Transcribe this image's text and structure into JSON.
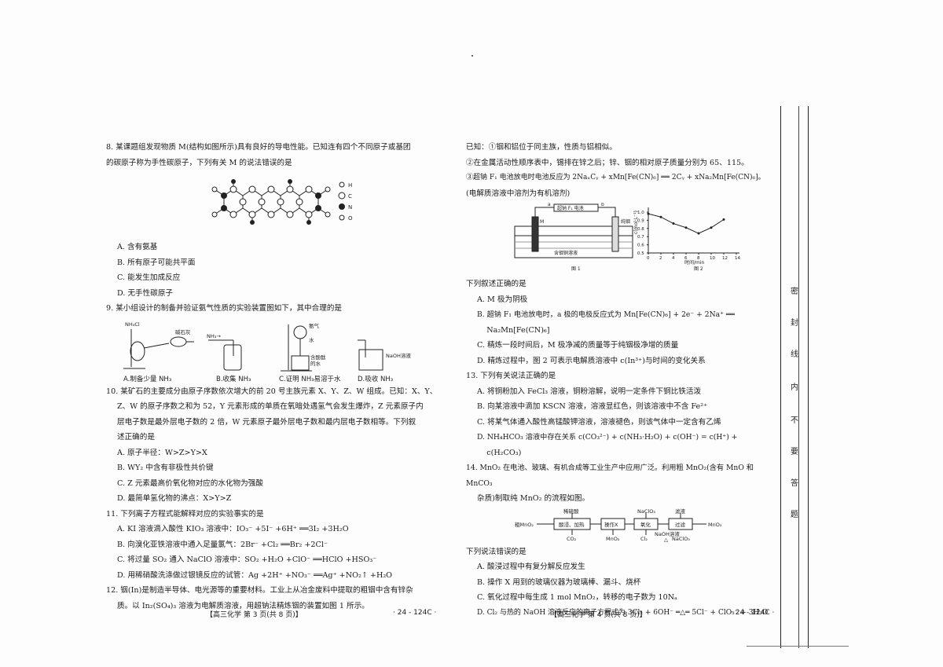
{
  "left": {
    "q8": {
      "stem1": "8. 某课题组发现物质 M(结构如图所示)具有良好的导电性能。已知连有四个不同原子或基团",
      "stem2": "的碳原子称为手性碳原子，下列有关 M 的说法错误的是",
      "legend": [
        "H",
        "C",
        "N",
        "O"
      ],
      "options": [
        "A. 含有氨基",
        "B. 所有原子可能共平面",
        "C. 能发生加成反应",
        "D. 无手性碳原子"
      ]
    },
    "q9": {
      "stem": "9. 某小组设计的制备并验证氨气性质的实验装置图如下，其中合理的是",
      "labels": {
        "nh4cl": "NH₄Cl",
        "soda_lime": "碱石灰",
        "nh3": "NH₃→",
        "ammonia_gas": "氨气",
        "water": "水",
        "phenolphthalein": "含酚酞",
        "water2": "的水",
        "naoh": "NaOH溶液"
      },
      "options": [
        "A.制备少量 NH₃",
        "B.收集 NH₃",
        "C.证明 NH₃易溶于水",
        "D.吸收 NH₃"
      ]
    },
    "q10": {
      "stem1": "10. 某矿石的主要成分由原子序数依次增大的前 20 号主族元素 X、Y、Z、W 组成。已知：X、Y、",
      "stem2": "Z、W 的原子序数之和为 52，Y 元素形成的单质在氧暗处遇氢气会发生爆炸，Z 元素原子内",
      "stem3": "层电子数是最外层电子数的 2 倍，W 元素原子最外层电子数和最内层电子数相等。下列叙",
      "stem4": "述正确的是",
      "options": [
        "A. 原子半径：W>Z>Y>X",
        "B. WY₂ 中含有非极性共价键",
        "C. Z 元素最高价氧化物对应的水化物为强酸",
        "D. 最简单氢化物的沸点：X>Y>Z"
      ]
    },
    "q11": {
      "stem": "11. 下列离子方程式能解释对应的实验事实的是",
      "options": [
        "A. KI 溶液滴入酸性 KIO₃ 溶液中：IO₃⁻ +5I⁻ +6H⁺ ══3I₂ +3H₂O",
        "B. 向溴化亚铁溶液中通入足量氯气：2Br⁻ +Cl₂ ══Br₂ +2Cl⁻",
        "C. 将过量 SO₂ 通入 NaClO 溶液中：SO₂ +H₂O +ClO⁻ ══HClO +HSO₃⁻",
        "D. 用稀硝酸洗涤做过银镜反应的试管：Ag +2H⁺ +NO₃⁻ ══Ag⁺ +NO₂↑ +H₂O"
      ]
    },
    "q12": {
      "stem1": "12. 铟(In)是制造半导体、电光源等的重要材料。工业上从冶金废料中提取的粗铟中含有锌杂",
      "stem2": "质。以 In₂(SO₄)₃ 溶液为电解质溶液，用超钠法精炼铟的装置如图 1 所示。"
    },
    "footer": {
      "page": "【高三化学  第 3 页(共 8 页)】",
      "code": "· 24 - 124C ·"
    }
  },
  "right": {
    "known1": "已知：①铟和铝位于同主族，性质与铝相似。",
    "known2": "②在金属活动性顺序表中，锡排在锌之后；锌、铟的相对原子质量分别为 65、115。",
    "known3": "③超钠 F₁ 电池放电时电池反应为 2NaₓCᵧ + xMn[Fe(CN)₆] ══ 2Cᵧ + xNa₂Mn[Fe(CN)₆]。",
    "known4": "(电解质溶液中溶剂为有机溶剂)",
    "fig1": {
      "battery": "超钠 F₁ 电池",
      "a": "a",
      "b": "b",
      "m": "M",
      "n": "纯铟",
      "solution": "含铟铜溶液",
      "caption": "图 1"
    },
    "fig2": {
      "ylabel": "c(mol·L⁻¹)",
      "xlabel": "时间/min",
      "caption": "图 2",
      "yticks": [
        "1.0",
        "0.9",
        "0.8",
        "0.7",
        "0.6",
        "0.5"
      ],
      "xticks": [
        "0",
        "2",
        "4",
        "6",
        "8",
        "10",
        "12",
        "14"
      ]
    },
    "chart_data": {
      "type": "line",
      "x": [
        0,
        2,
        4,
        6,
        8,
        10,
        12
      ],
      "y": [
        0.98,
        0.94,
        0.86,
        0.81,
        0.74,
        0.81,
        0.91
      ],
      "xlabel": "时间/min",
      "ylabel": "c(mol·L⁻¹)",
      "xlim": [
        0,
        14
      ],
      "ylim": [
        0.5,
        1.0
      ]
    },
    "q12_cont": {
      "stem": "下列叙述正确的是",
      "options": [
        "A. M 极为阴极",
        "B. 超钠 F₁ 电池放电时，a 极的电极反应式为 Mn[Fe(CN)₆] + 2e⁻ + 2Na⁺ ══",
        "    Na₂Mn[Fe(CN)₆]",
        "C. 精炼一段时间后，M 极净减的质量等于纯铟极净增的质量",
        "D. 精炼过程中，图 2 可表示电解质溶液中 c(In³⁺)与时间的变化关系"
      ]
    },
    "q13": {
      "stem": "13. 下列有关说法正确的是",
      "options": [
        "A. 将铜粉加入 FeCl₃ 溶液，铜粉溶解，说明一定条件下铜比铁活泼",
        "B. 向某溶液中滴加 KSCN 溶液，溶液显红色，则该溶液中不含 Fe²⁺",
        "C. 将某气体通入酸性高锰酸钾溶液，溶液褪色，则该气体中一定含有乙烯",
        "D. NH₄HCO₃ 溶液中存在关系 c(CO₃²⁻) + c(NH₃·H₂O) + c(OH⁻) = c(H⁺) +",
        "    c(H₂CO₃)"
      ]
    },
    "q14": {
      "stem1": "14. MnO₂ 在电池、玻璃、有机合成等工业生产中应用广泛。利用粗 MnO₂(含有 MnO 和 MnCO₃",
      "stem2": "杂质)制取纯 MnO₂ 的流程如图。",
      "flow": {
        "start": "粗MnO₂",
        "step1": "酸浸、加热",
        "step2": "操作X",
        "step3": "氧化",
        "step4": "过滤",
        "end": "MnO₂",
        "reagent1": "稀硫酸",
        "reagent3": "NaClO₃",
        "reagent4": "滤液",
        "out1": "CO₂",
        "out2": "MnO₂",
        "out3": "Cl₂",
        "out3b": "NaOH溶液",
        "out3c": "NaClO₃",
        "delta": "△"
      },
      "stem3": "下列说法错误的是",
      "options": [
        "A. 酸浸过程中有复分解反应发生",
        "B. 操作 X 用到的玻璃仪器为玻璃棒、漏斗、烧杯",
        "C. 氧化过程中每生成 1 mol MnO₂，转移的电子数为 10Nₐ",
        "D. Cl₂ 与热的 NaOH 溶液反应的离子方程式为 3Cl₂ + 6OH⁻ ═△═ 5Cl⁻ + ClO₃⁻ + 3H₂O"
      ]
    },
    "footer": {
      "page": "【高三化学  第 4 页(共 8 页)】",
      "code": "· 24 - 124C ·"
    }
  },
  "sidebar": [
    "密",
    "封",
    "线",
    "内",
    "不",
    "要",
    "答",
    "题"
  ]
}
